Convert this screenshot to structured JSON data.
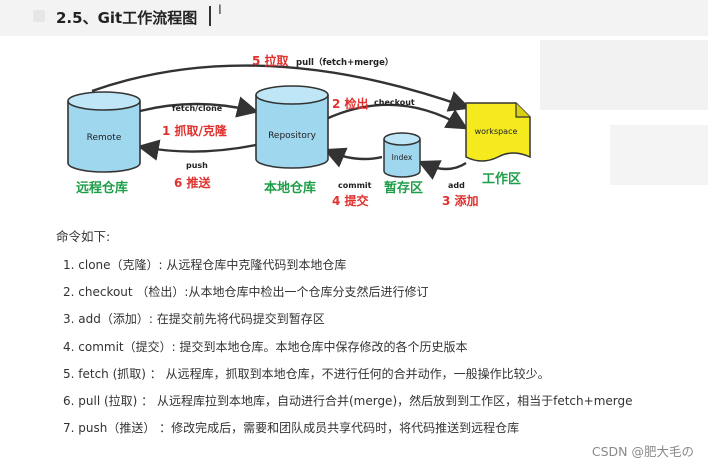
{
  "heading": {
    "title": "2.5、Git工作流程图"
  },
  "diagram": {
    "nodes": {
      "remote": "Remote",
      "repository": "Repository",
      "index": "Index",
      "workspace": "workspace"
    },
    "captions": {
      "remote": "远程仓库",
      "local_repo": "本地仓库",
      "staging": "暂存区",
      "working": "工作区"
    },
    "arrows": {
      "pull_cn": "5 拉取",
      "pull_en": "pull（fetch+merge）",
      "fetch_en": "fetch/clone",
      "fetch_cn": "1 抓取/克隆",
      "push_en": "push",
      "push_cn": "6 推送",
      "checkout_cn": "2 检出",
      "checkout_en": "checkout",
      "commit_en": "commit",
      "commit_cn": "4 提交",
      "add_en": "add",
      "add_cn": "3 添加"
    },
    "colors": {
      "cylinder": "#9fd7ef",
      "cylinder_stroke": "#333333",
      "workspace": "#f4ea1e",
      "workspace_fold": "#d9cf14",
      "caption_green": "#1f9e4a",
      "step_red": "#e0312e",
      "arrow": "#333333"
    }
  },
  "commands": {
    "intro": "命令如下:",
    "items": [
      "1. clone（克隆）: 从远程仓库中克隆代码到本地仓库",
      "2. checkout （检出）:从本地仓库中检出一个仓库分支然后进行修订",
      "3. add（添加）: 在提交前先将代码提交到暂存区",
      "4. commit（提交）: 提交到本地仓库。本地仓库中保存修改的各个历史版本",
      "5. fetch (抓取) ：  从远程库，抓取到本地仓库，不进行任何的合并动作，一般操作比较少。",
      "6. pull (拉取) ：  从远程库拉到本地库，自动进行合并(merge)，然后放到到工作区，相当于fetch+merge",
      "7. push（推送） ：修改完成后，需要和团队成员共享代码时，将代码推送到远程仓库"
    ]
  },
  "watermark": "CSDN @肥大毛の"
}
